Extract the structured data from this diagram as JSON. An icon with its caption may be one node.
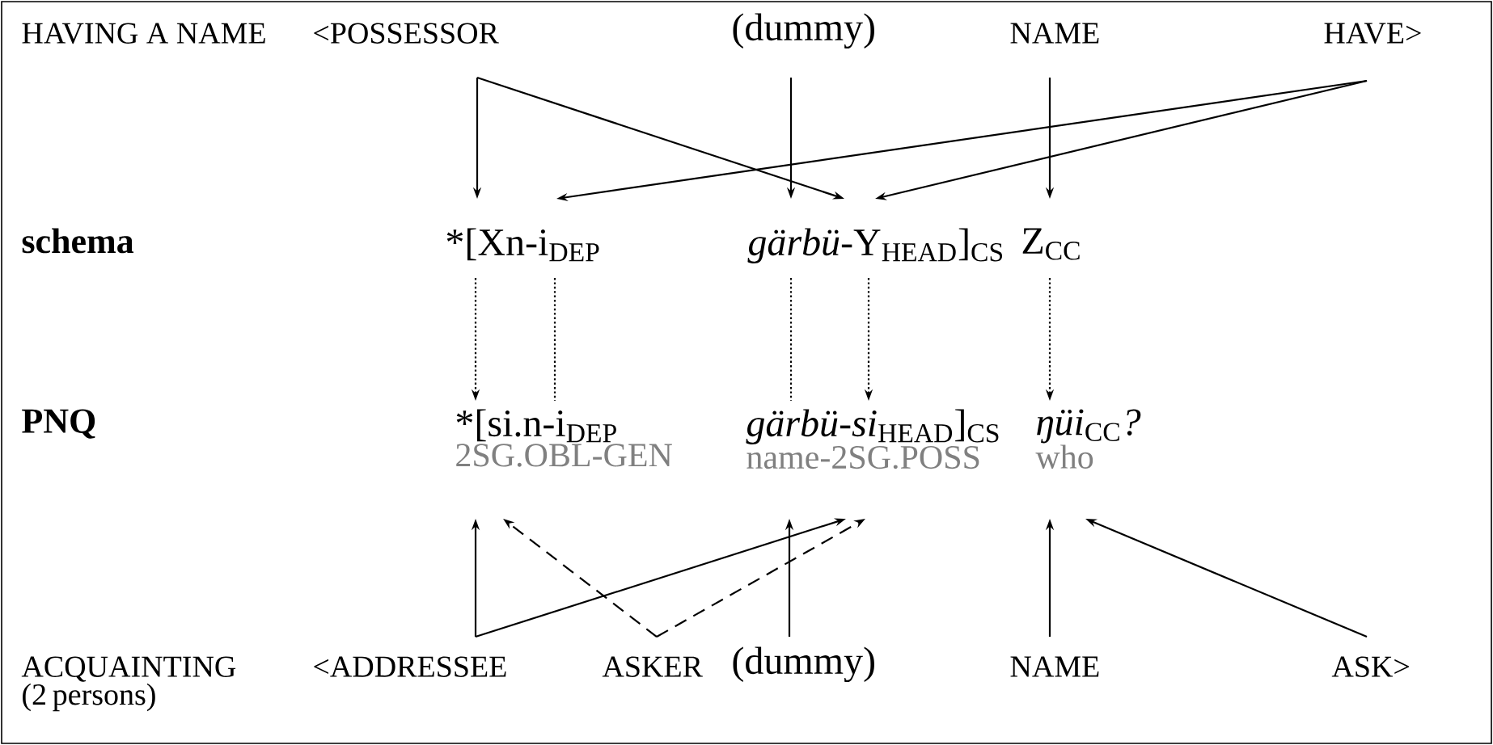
{
  "diagram": {
    "nodes": [
      {
        "text": [
          "<POSSESSOR"
        ]
      },
      {
        "text": [
          "(dummy)"
        ]
      },
      {
        "text": [
          "NAME"
        ]
      },
      {
        "text": [
          "HAVE>"
        ]
      },
      {
        "text": [
          "*[Xn-i$_{DEP}$"
        ]
      },
      {
        "text": [
          "*gärbü*-Y$_{HEAD}$]$_{CS}$"
        ]
      },
      {
        "text": [
          "Z$_{CC}$"
        ]
      },
      {
        "text": [
          "*[si.n-i$_{DEP}$",
          "2SG.OBL-GEN"
        ]
      },
      {
        "text": [
          "*gärbü-si*$_{HEAD}$]$_{CS}$",
          "name-2SG.POSS"
        ]
      },
      {
        "text": [
          "*ŋüi*$_{CC}$*?*",
          "who"
        ]
      },
      {
        "text": [
          "<ADDRESSEE"
        ]
      },
      {
        "text": [
          "ASKER"
        ]
      },
      {
        "text": [
          "(dummy)"
        ]
      },
      {
        "text": [
          "NAME"
        ]
      },
      {
        "text": [
          "ASK>"
        ]
      }
    ],
    "edges": [
      {
        "from": 0,
        "to": 4,
        "arrow": "to"
      },
      {
        "from": 0,
        "to": 5,
        "arrow": "to"
      },
      {
        "from": 1,
        "to": 5,
        "arrow": "to"
      },
      {
        "from": 2,
        "to": 6,
        "arrow": "to"
      },
      {
        "from": 3,
        "to": 4,
        "arrow": "to"
      },
      {
        "from": 3,
        "to": 5,
        "arrow": "to"
      },
      {
        "from": 4,
        "to": 7,
        "arrow": "to",
        "style": "dashed"
      },
      {
        "from": 4,
        "to": 7,
        "arrow": "none",
        "style": "dashed"
      },
      {
        "from": 5,
        "to": 8,
        "arrow": "none",
        "style": "dashed"
      },
      {
        "from": 5,
        "to": 8,
        "arrow": "to",
        "style": "dashed"
      },
      {
        "from": 6,
        "to": 9,
        "arrow": "to",
        "style": "dashed"
      },
      {
        "from": 10,
        "to": 7,
        "arrow": "to"
      },
      {
        "from": 10,
        "to": 8,
        "arrow": "to"
      },
      {
        "from": 11,
        "to": 7,
        "arrow": "to",
        "style": "dashed"
      },
      {
        "from": 11,
        "to": 8,
        "arrow": "to",
        "style": "dashed"
      },
      {
        "from": 12,
        "to": 8,
        "arrow": "to"
      },
      {
        "from": 13,
        "to": 9,
        "arrow": "to"
      },
      {
        "from": 14,
        "to": 9,
        "arrow": "to"
      }
    ],
    "labels": [
      "HAVING A NAME",
      "schema",
      "PNQ",
      "ACQUAINTING (2 persons)"
    ]
  }
}
